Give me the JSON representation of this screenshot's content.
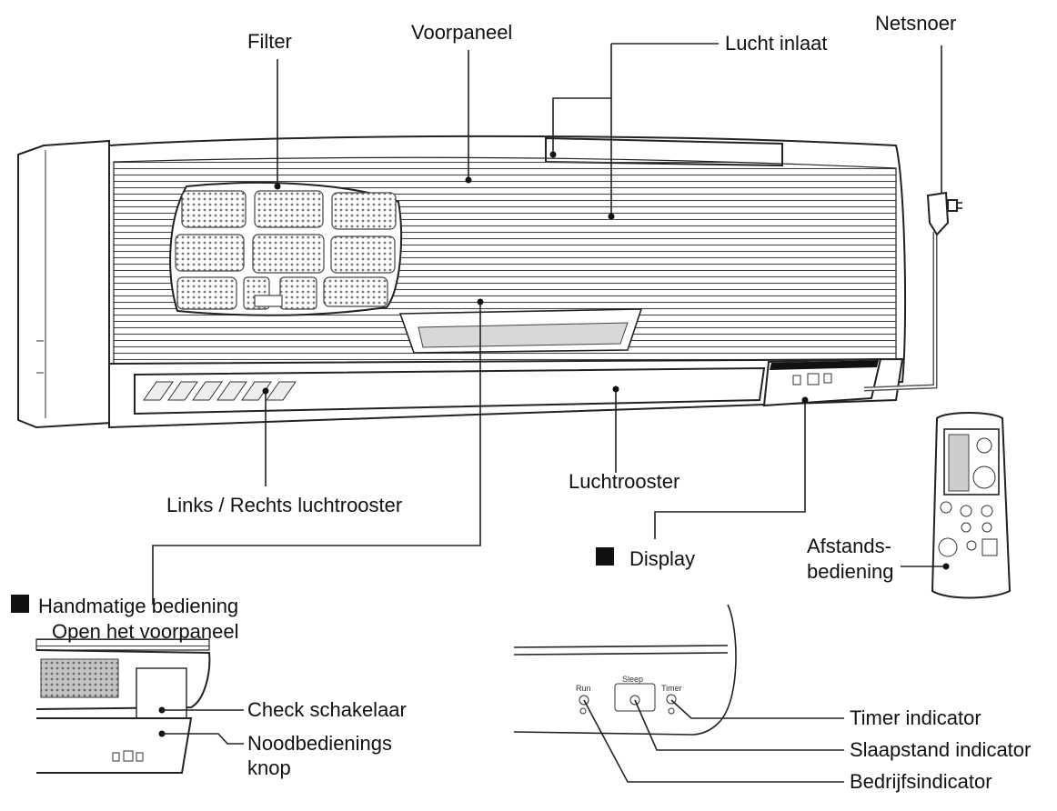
{
  "labels": {
    "filter": "Filter",
    "voorpaneel": "Voorpaneel",
    "lucht_inlaat": "Lucht inlaat",
    "netsnoer": "Netsnoer",
    "links_rechts": "Links / Rechts luchtrooster",
    "luchtrooster": "Luchtrooster",
    "display": "Display",
    "afstands_1": "Afstands-",
    "afstands_2": "bediening",
    "handmatige_1": "Handmatige bediening",
    "handmatige_2": "Open het voorpaneel",
    "check_schakelaar": "Check schakelaar",
    "noodbediening_1": "Noodbedienings",
    "noodbediening_2": "knop",
    "timer_indicator": "Timer indicator",
    "slaapstand_indicator": "Slaapstand indicator",
    "bedrijfsindicator": "Bedrijfsindicator"
  },
  "panel": {
    "run": "Run",
    "sleep": "Sleep",
    "timer": "Timer"
  }
}
